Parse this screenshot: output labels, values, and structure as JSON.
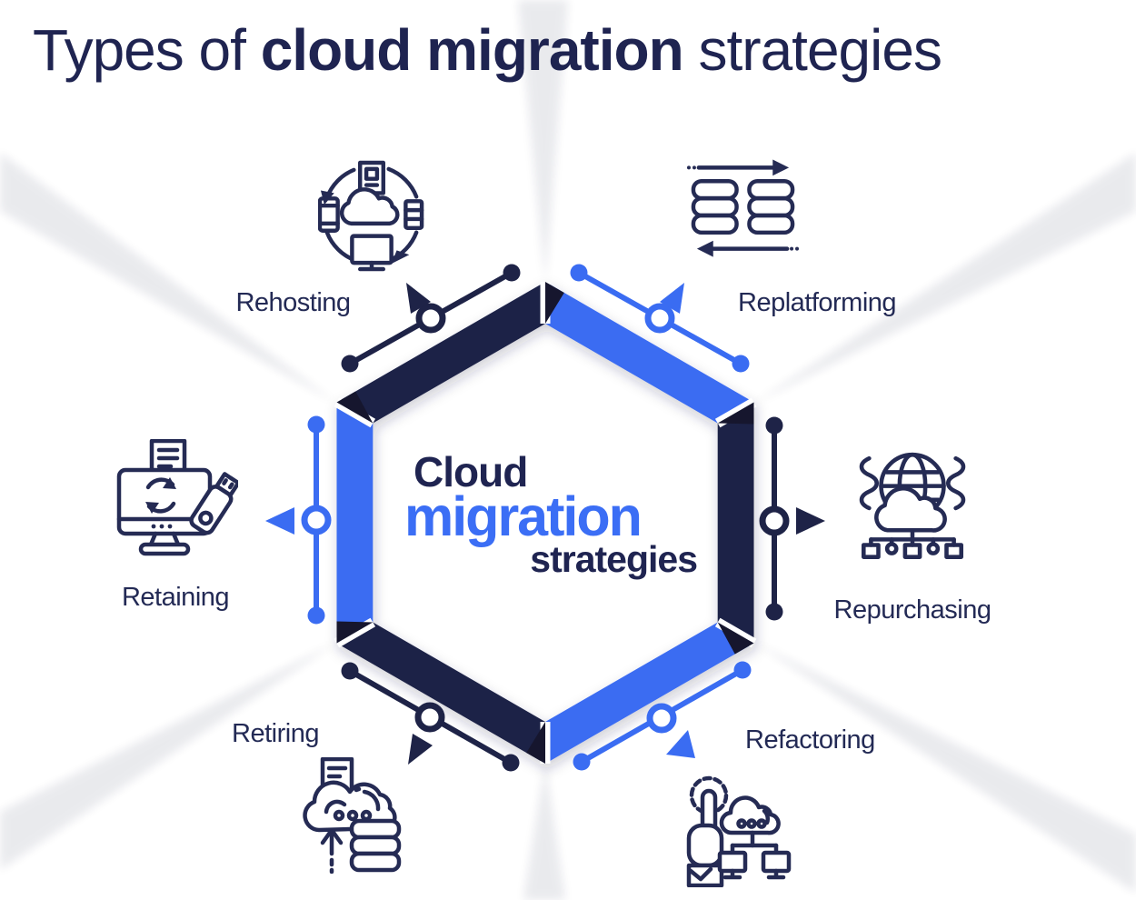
{
  "title": {
    "prefix": "Types of ",
    "highlight": "cloud migration",
    "suffix": " strategies"
  },
  "center": {
    "line1": "Cloud",
    "line2": "migration",
    "line3": "strategies"
  },
  "strategies": [
    {
      "label": "Rehosting",
      "icon": "cycle-devices-icon",
      "position": "top-left",
      "connector_color": "navy"
    },
    {
      "label": "Replatforming",
      "icon": "database-transfer-icon",
      "position": "top-right",
      "connector_color": "blue"
    },
    {
      "label": "Retaining",
      "icon": "monitor-refresh-usb-icon",
      "position": "left",
      "connector_color": "blue"
    },
    {
      "label": "Repurchasing",
      "icon": "globe-cloud-network-icon",
      "position": "right",
      "connector_color": "navy"
    },
    {
      "label": "Retiring",
      "icon": "cloud-database-upload-icon",
      "position": "bottom-left",
      "connector_color": "navy"
    },
    {
      "label": "Refactoring",
      "icon": "hand-gear-cloud-network-icon",
      "position": "bottom-right",
      "connector_color": "blue"
    }
  ],
  "colors": {
    "navy": "#1e2347",
    "navy_dark_fold": "#12162f",
    "blue": "#3a6cf2",
    "accent_text_blue": "#3b6ef5",
    "text_navy": "#232a55",
    "title_navy": "#1f2451",
    "background": "#ffffff"
  }
}
